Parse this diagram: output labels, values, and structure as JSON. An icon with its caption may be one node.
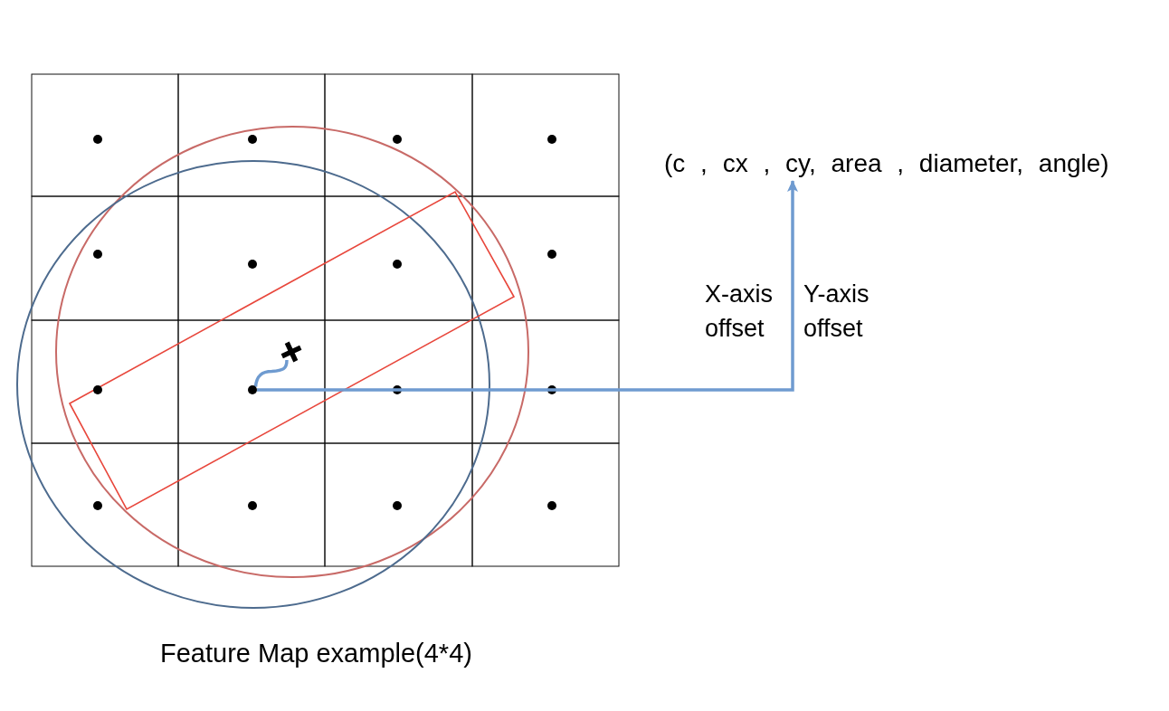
{
  "diagram": {
    "caption": "Feature Map example(4*4)",
    "nodes": [
      {
        "text": [
          "(c , cx , cy, area , diameter, angle)"
        ]
      },
      {
        "text": [],
        "shape": "cross"
      },
      {
        "text": [],
        "shape": "circle"
      }
    ],
    "edges": [
      {
        "from": 2,
        "to": 1,
        "arrow": "none"
      },
      {
        "from": 2,
        "to": 0,
        "arrow": "to"
      }
    ],
    "labels": [
      "X-axis offset",
      "Y-axis offset"
    ]
  }
}
